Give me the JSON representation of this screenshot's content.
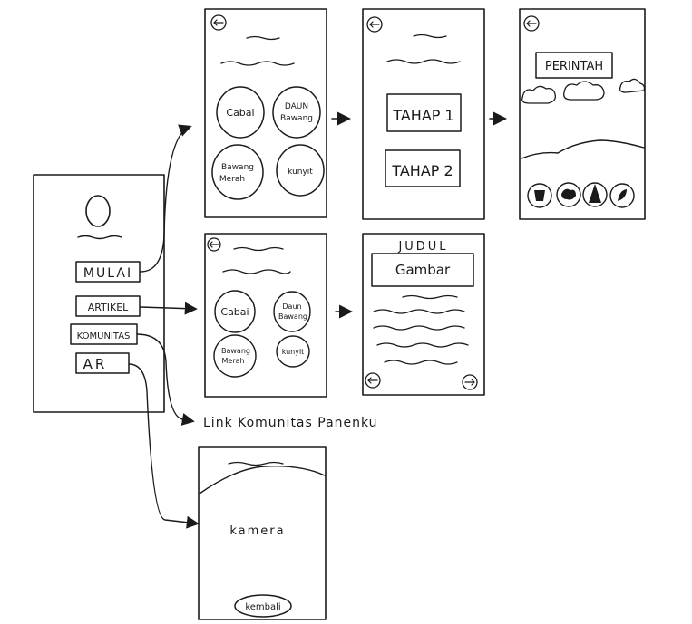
{
  "home": {
    "buttons": [
      "MULAI",
      "ARTIKEL",
      "KOMUNITAS",
      "AR"
    ]
  },
  "mulai_select": {
    "plants": [
      "Cabai",
      "DAUN",
      "Bawang",
      "Bawang",
      "Merah",
      "kunyit"
    ]
  },
  "tahap": {
    "buttons": [
      "TAHAP 1",
      "TAHAP 2"
    ]
  },
  "game": {
    "title": "PERINTAH"
  },
  "artikel_select": {
    "plants": [
      "Cabai",
      "Daun",
      "Bawang",
      "Bawang",
      "Merah",
      "kunyit"
    ]
  },
  "artikel_detail": {
    "title": "JUDUL",
    "image_label": "Gambar"
  },
  "komunitas": {
    "label": "Link Komunitas Panenku"
  },
  "ar_screen": {
    "camera_label": "kamera",
    "back_button": "kembali"
  },
  "colors": {
    "ink": "#1a1a1a",
    "paper": "#ffffff"
  }
}
